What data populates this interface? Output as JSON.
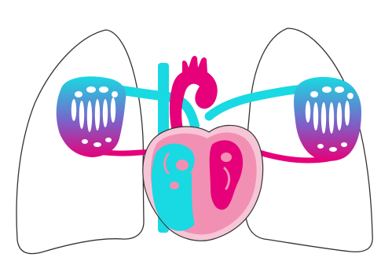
{
  "diagram": {
    "subject": "heart-and-lungs-circulation",
    "labels": [],
    "colors": {
      "background": "#ffffff",
      "outline": "#333333",
      "oxygen_poor_blood": "#19d9e3",
      "oxygen_rich_blood": "#e6007a",
      "heart_muscle": "#f290b3",
      "heart_outer": "#f6c6d6",
      "capillary_gradient_mid": "#7a63c9"
    },
    "parts": [
      {
        "name": "left-lung"
      },
      {
        "name": "right-lung"
      },
      {
        "name": "aorta"
      },
      {
        "name": "vena-cava"
      },
      {
        "name": "pulmonary-artery"
      },
      {
        "name": "pulmonary-veins"
      },
      {
        "name": "left-capillary-bed"
      },
      {
        "name": "right-capillary-bed"
      },
      {
        "name": "heart"
      }
    ]
  }
}
